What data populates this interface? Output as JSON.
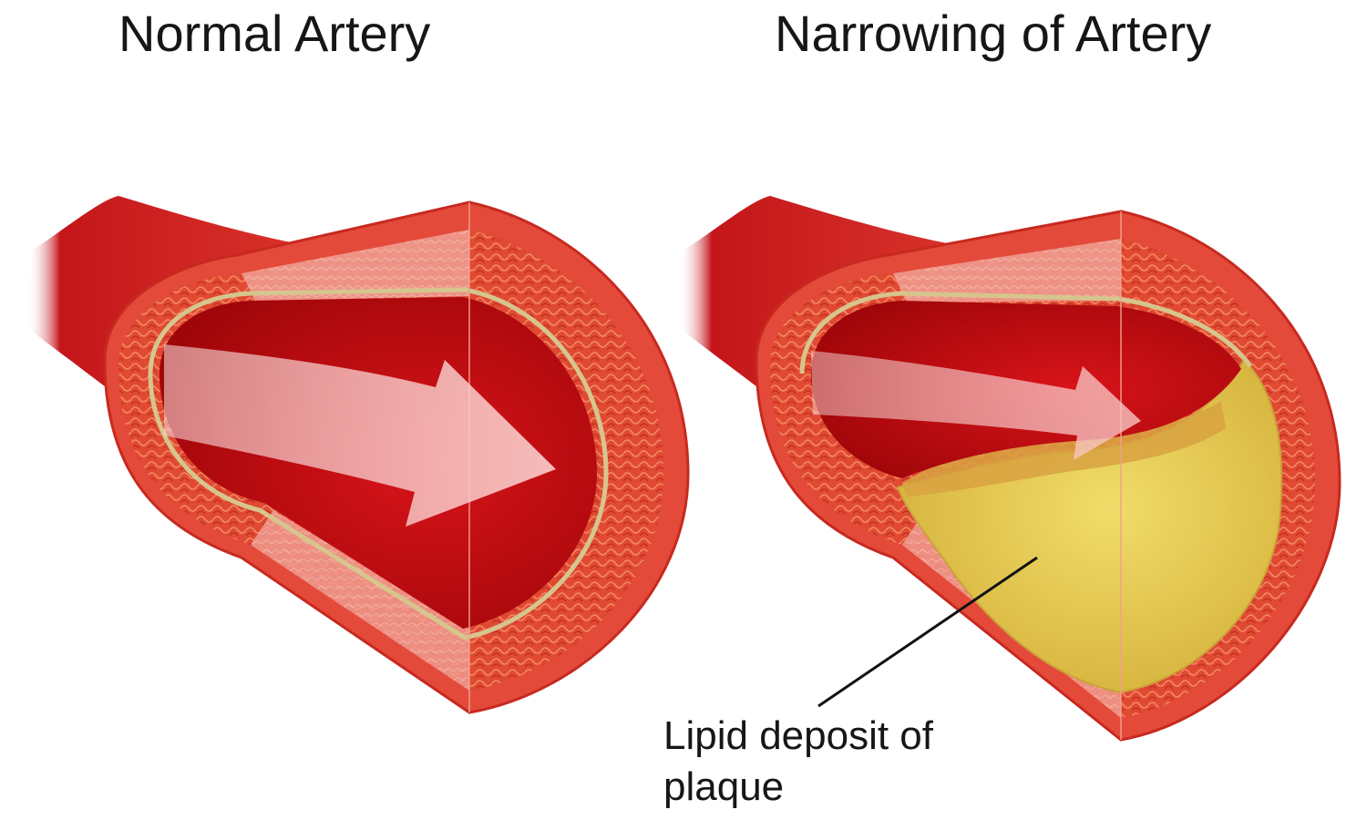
{
  "titles": {
    "normal": "Normal Artery",
    "narrowing": "Narrowing of Artery"
  },
  "callout": {
    "line1": "Lipid deposit of",
    "line2": "plaque"
  },
  "colors": {
    "vessel_outer": "#d83a2c",
    "vessel_dark": "#b00e10",
    "lumen": "#c00a0c",
    "wall_pink": "#f08f86",
    "wall_texture": "#e9593f",
    "intima_line": "#d9c48a",
    "plaque": "#e6c83c",
    "arrow": "#f6c1bf",
    "text": "#161616"
  }
}
